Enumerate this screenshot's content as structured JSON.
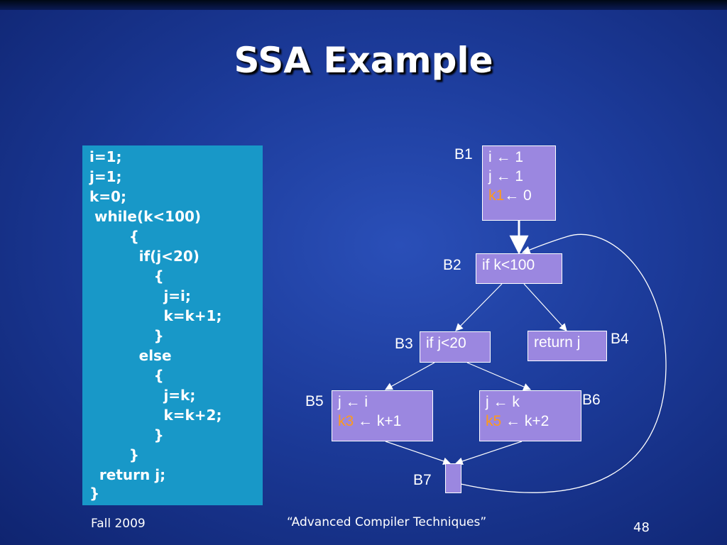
{
  "slide": {
    "title": "SSA Example",
    "footer_left": "Fall 2009",
    "footer_center": "“Advanced Compiler Techniques”",
    "page_number": "48"
  },
  "code": [
    "i=1;",
    "j=1;",
    "k=0;",
    " while(k<100)",
    "        {",
    "          if(j<20)",
    "             {",
    "               j=i;",
    "               k=k+1;",
    "             }",
    "          else",
    "             {",
    "               j=k;",
    "               k=k+2;",
    "             }",
    "        }",
    "  return j;",
    "}"
  ],
  "colors": {
    "node_fill": "#9b87e0",
    "code_box_fill": "#1898c8",
    "highlight": "#ff9a1a"
  },
  "cfg": {
    "labels": {
      "b1": "B1",
      "b2": "B2",
      "b3": "B3",
      "b4": "B4",
      "b5": "B5",
      "b6": "B6",
      "b7": "B7"
    },
    "b1": {
      "line1": "i ← 1",
      "line2": "j ← 1",
      "line3_var": "k1",
      "line3_rest": "← 0"
    },
    "b2": {
      "text": "if k<100"
    },
    "b3": {
      "text": "if j<20"
    },
    "b4": {
      "text": "return j"
    },
    "b5": {
      "line1": "j ← i",
      "line2_var": "k3",
      "line2_rest": " ← k+1"
    },
    "b6": {
      "line1": "j ← k",
      "line2_var": "k5",
      "line2_rest": " ← k+2"
    },
    "b7": {
      "text": ""
    },
    "edges": [
      [
        "B1",
        "B2"
      ],
      [
        "B2",
        "B3"
      ],
      [
        "B2",
        "B4"
      ],
      [
        "B3",
        "B5"
      ],
      [
        "B3",
        "B6"
      ],
      [
        "B5",
        "B7"
      ],
      [
        "B6",
        "B7"
      ],
      [
        "B7",
        "B2"
      ]
    ]
  }
}
